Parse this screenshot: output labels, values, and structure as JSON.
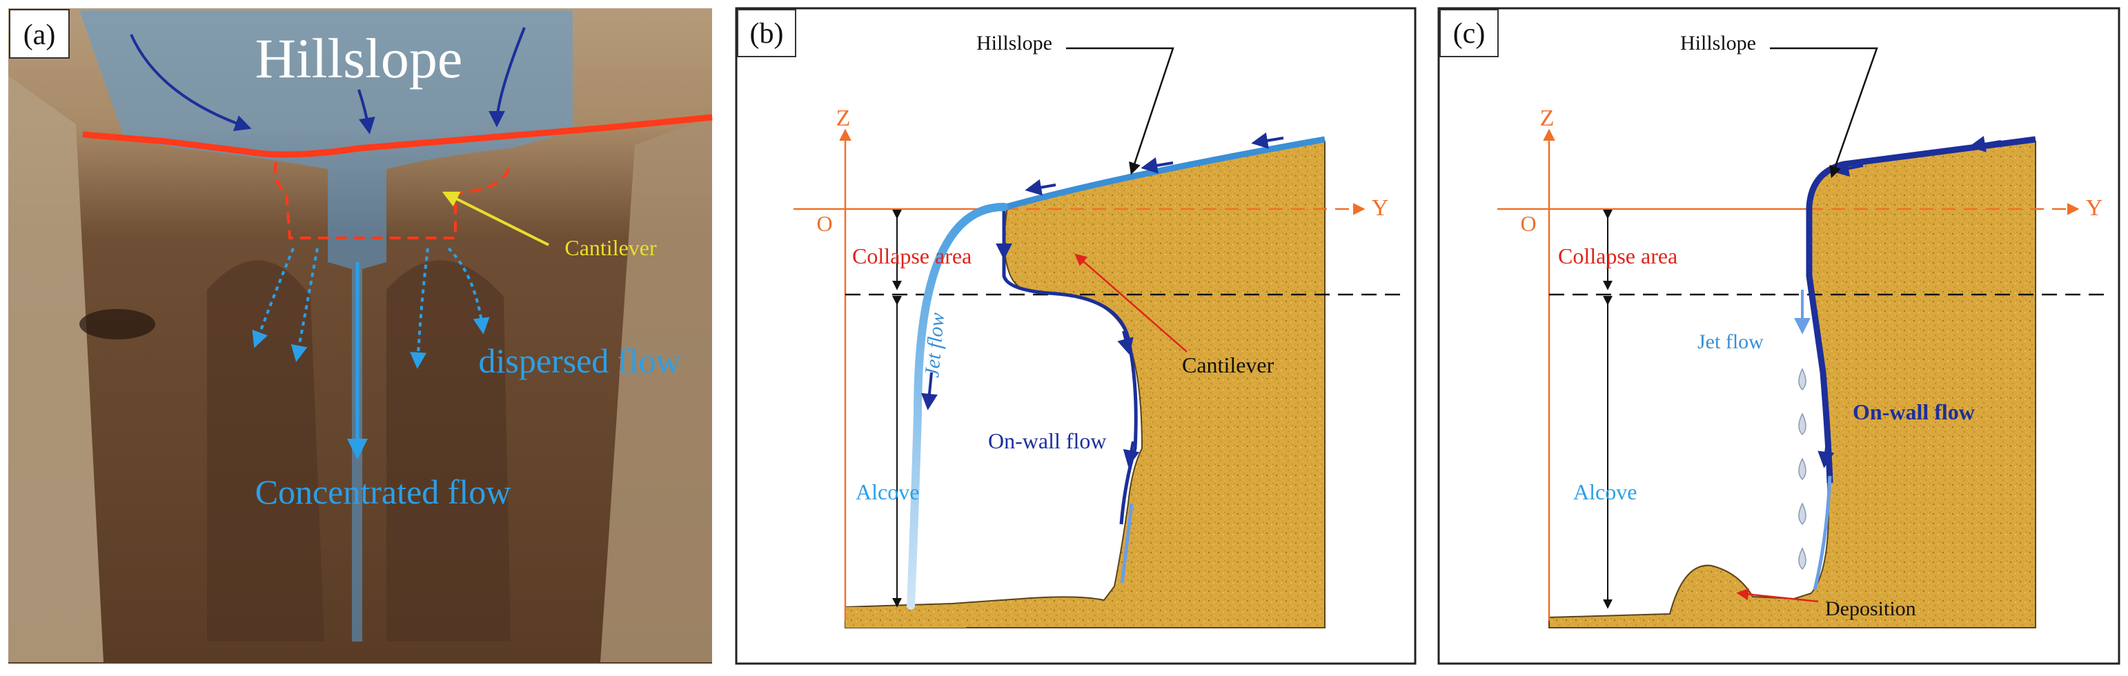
{
  "panel_a": {
    "tag": "(a)",
    "title": "Hillslope",
    "cantilever": "Cantilever",
    "dispersed": "dispersed flow",
    "concentrated": "Concentrated flow"
  },
  "panel_b": {
    "tag": "(b)",
    "hillslope": "Hillslope",
    "axis_z": "Z",
    "axis_y": "Y",
    "origin": "O",
    "collapse": "Collapse area",
    "cantilever": "Cantilever",
    "jet": "Jet flow",
    "onwall": "On-wall flow",
    "alcove": "Alcove"
  },
  "panel_c": {
    "tag": "(c)",
    "hillslope": "Hillslope",
    "axis_z": "Z",
    "axis_y": "Y",
    "origin": "O",
    "collapse": "Collapse area",
    "jet": "Jet flow",
    "onwall": "On-wall flow",
    "alcove": "Alcove",
    "deposition": "Deposition"
  },
  "colors": {
    "axis": "#f0702a",
    "soil": "#d8a43a",
    "water_light": "#5aaee6",
    "water_dark": "#1c2f9a",
    "label_red": "#e0241c",
    "label_blue": "#2aa0e8",
    "photo_red": "#ff3a1a",
    "cantilever_yellow": "#e8e02a"
  }
}
